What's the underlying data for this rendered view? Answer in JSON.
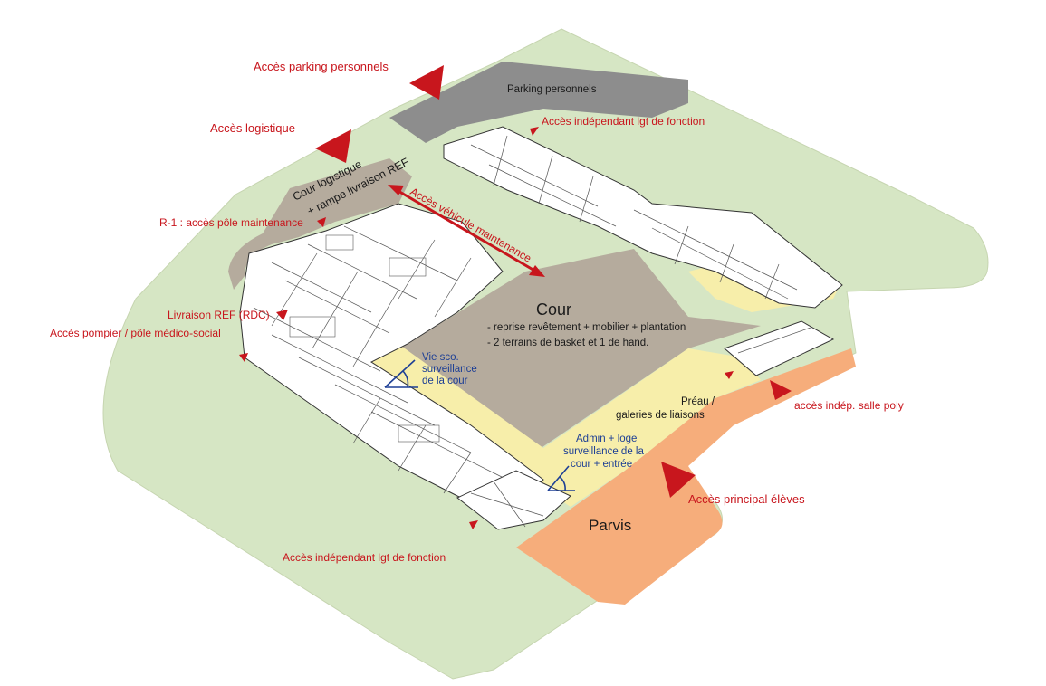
{
  "plan": {
    "labels": {
      "acces_parking": "Accès parking personnels",
      "parking": "Parking personnels",
      "acces_logistique": "Accès logistique",
      "cour_logistique_1": "Cour logistique",
      "cour_logistique_2": "+ rampe livraison REF",
      "acces_independant_top": "Accès indépendant lgt de fonction",
      "acces_vehicule": "Accès véhicule maintenance",
      "r1_maintenance": "R-1 : accès pôle maintenance",
      "livraison_ref": "Livraison REF (RDC)",
      "acces_pompier": "Accès pompier / pôle médico-social",
      "cour_title": "Cour",
      "cour_line1": "- reprise revêtement + mobilier + plantation",
      "cour_line2": "- 2 terrains de basket et 1 de hand.",
      "vie_sco_1": "Vie sco.",
      "vie_sco_2": "surveillance",
      "vie_sco_3": "de la cour",
      "preau_1": "Préau /",
      "preau_2": "galeries de liaisons",
      "acces_salle_poly": "accès indép. salle poly",
      "admin_1": "Admin + loge",
      "admin_2": "surveillance de la",
      "admin_3": "cour + entrée",
      "acces_principal": "Accès principal élèves",
      "parvis": "Parvis",
      "acces_independant_bottom": "Accès indépendant lgt de fonction"
    },
    "colors": {
      "grass": "#d6e6c4",
      "parking": "#8d8d8d",
      "cour": "#b5ab9d",
      "parvis": "#f6ad7b",
      "preau": "#f7eeaa",
      "access_red": "#c8161d",
      "surveillance_blue": "#1d3f95"
    }
  }
}
